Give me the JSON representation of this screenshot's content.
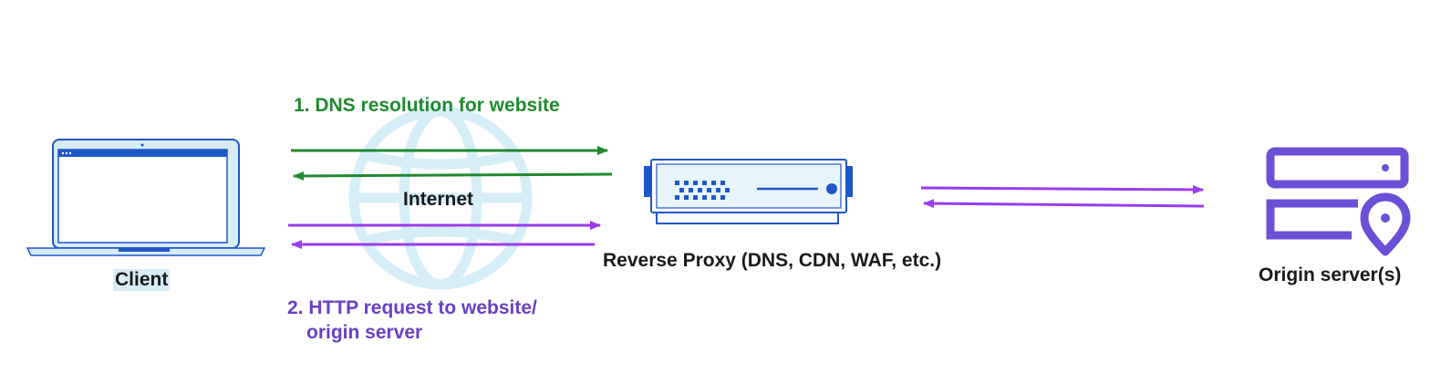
{
  "diagram": {
    "dns_step": "1. DNS resolution for website",
    "http_step_line1": "2. HTTP request to website/",
    "http_step_line2": "origin server",
    "internet": "Internet",
    "client": "Client",
    "proxy": "Reverse Proxy (DNS, CDN, WAF, etc.)",
    "origin": "Origin server(s)"
  },
  "colors": {
    "dns_arrow": "#1f8a2f",
    "http_arrow": "#9b3bf0",
    "origin_icon": "#6b4fd6",
    "proxy_icon": "#1e57c8",
    "globe": "#d6eef8"
  },
  "icons": [
    "laptop-icon",
    "globe-icon",
    "proxy-server-icon",
    "origin-server-icon"
  ]
}
